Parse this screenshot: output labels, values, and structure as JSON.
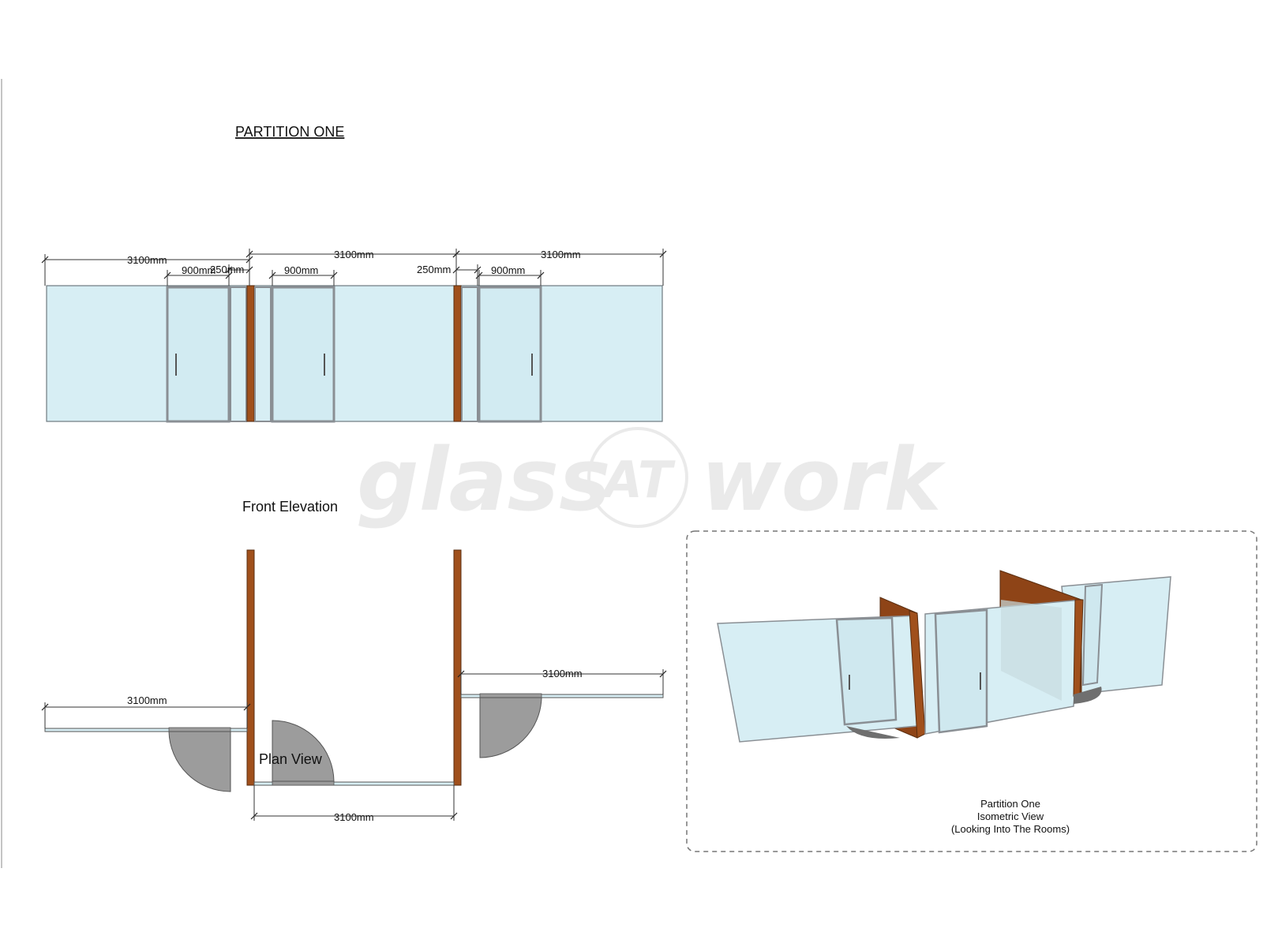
{
  "title": "PARTITION ONE",
  "front_elevation": {
    "label": "Front Elevation",
    "dims": {
      "bay1": "3100mm",
      "door1": "900mm",
      "post1": "250mm",
      "bay2": "3100mm",
      "door2": "900mm",
      "post2": "250mm",
      "bay3": "3100mm",
      "door3": "900mm"
    }
  },
  "plan_view": {
    "label": "Plan View",
    "dims": {
      "left": "3100mm",
      "middle": "3100mm",
      "right": "3100mm"
    }
  },
  "isometric": {
    "caption_line1": "Partition One",
    "caption_line2": "Isometric View",
    "caption_line3": "(Looking Into The Rooms)"
  },
  "watermark": {
    "left": "glass",
    "badge": "AT",
    "right": "work"
  },
  "colors": {
    "glass": "#d7eef4",
    "frame": "#8a8f94",
    "post": "#a0501c",
    "swing": "#9c9c9c"
  }
}
